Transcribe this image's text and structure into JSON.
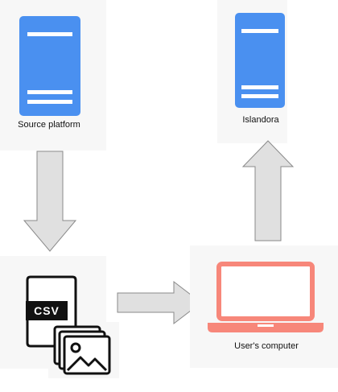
{
  "nodes": {
    "source": {
      "label": "Source platform",
      "icon": "server-icon"
    },
    "target": {
      "label": "Islandora",
      "icon": "server-icon"
    },
    "file": {
      "label": "CSV",
      "icon": "csv-file-icon",
      "secondary_icon": "images-icon"
    },
    "computer": {
      "label": "User's computer",
      "icon": "laptop-icon"
    }
  },
  "edges": [
    {
      "from": "source",
      "to": "file",
      "direction": "down"
    },
    {
      "from": "file",
      "to": "computer",
      "direction": "right"
    },
    {
      "from": "computer",
      "to": "target",
      "direction": "up"
    }
  ],
  "colors": {
    "server": "#4a90f0",
    "server_lines": "#ffffff",
    "laptop": "#f7877a",
    "arrow_fill": "#e0e0e0",
    "arrow_stroke": "#8a8a8a",
    "panel": "#f7f7f7"
  }
}
